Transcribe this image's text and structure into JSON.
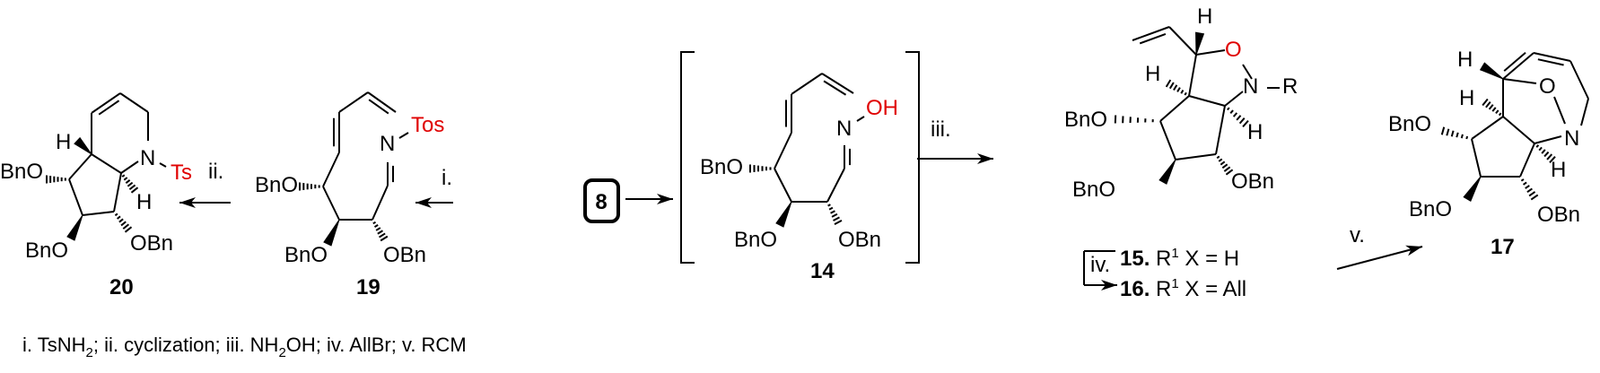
{
  "scheme": {
    "start_compound": "8",
    "colors": {
      "heteroatom_highlight": "#e00000",
      "bonds": "#000000"
    },
    "compounds": [
      {
        "id": "20",
        "label": "20",
        "atoms": {
          "H_top": "H",
          "H_bottom": "H",
          "N": "N",
          "Ts": "Ts",
          "BnO_left": "BnO",
          "BnO_bottom": "BnO",
          "OBn": "OBn"
        }
      },
      {
        "id": "19",
        "label": "19",
        "atoms": {
          "N": "N",
          "Tos": "Tos",
          "BnO_left": "BnO",
          "BnO_bottom": "BnO",
          "OBn": "OBn"
        }
      },
      {
        "id": "14",
        "label": "14",
        "atoms": {
          "N": "N",
          "OH": "OH",
          "BnO_left": "BnO",
          "BnO_bottom": "BnO",
          "OBn": "OBn"
        }
      },
      {
        "id": "15",
        "label": "15.",
        "substituent_text": "R",
        "atoms": {
          "H_top": "H",
          "H_left": "H",
          "H_right": "H",
          "O": "O",
          "N": "N",
          "R": "R",
          "BnO_left": "BnO",
          "BnO_bottom": "BnO",
          "OBn": "OBn"
        }
      },
      {
        "id": "16",
        "label": "16."
      },
      {
        "id": "17",
        "label": "17",
        "atoms": {
          "H_top": "H",
          "H_mid": "H",
          "H_bottom": "H",
          "O": "O",
          "N": "N",
          "BnO_left": "BnO",
          "BnO_bottom": "BnO",
          "OBn": "OBn"
        }
      }
    ],
    "variants": [
      {
        "label": "15.",
        "r": "R",
        "sup": "1",
        "text": " X = H"
      },
      {
        "label": "16.",
        "r": "R",
        "sup": "1",
        "text": " X = All"
      }
    ],
    "steps": [
      "i.",
      "ii.",
      "iii.",
      "iv.",
      "v."
    ],
    "footnote": {
      "p1": "i. TsNH",
      "sub1": "2",
      "p2": "; ii. cyclization; iii. NH",
      "sub2": "2",
      "p3": "OH; iv. AllBr; v. RCM"
    }
  }
}
